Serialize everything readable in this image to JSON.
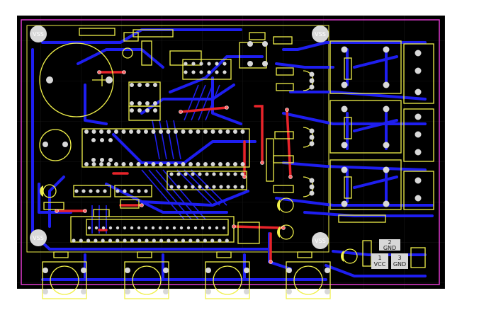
{
  "board": {
    "colors": {
      "background": "#000000",
      "outline": "#e13bd0",
      "silkscreen": "#f0f04a",
      "top_copper": "#e8242a",
      "bottom_copper": "#1e1ef0",
      "pad": "#d8d8d8",
      "ground_plane": "#2828d8"
    },
    "mounting_holes": [
      {
        "label": "VSS"
      },
      {
        "label": "VSS"
      },
      {
        "label": "VSS"
      },
      {
        "label": "VSS"
      }
    ],
    "power_connector": {
      "pins": [
        {
          "number": "2",
          "name": "GND"
        },
        {
          "number": "1",
          "name": "VCC"
        },
        {
          "number": "3",
          "name": "GND"
        }
      ]
    },
    "icons": [
      "pcb-board-icon",
      "mounting-hole-icon",
      "relay-icon",
      "push-button-icon",
      "microcontroller-icon",
      "capacitor-icon"
    ]
  }
}
